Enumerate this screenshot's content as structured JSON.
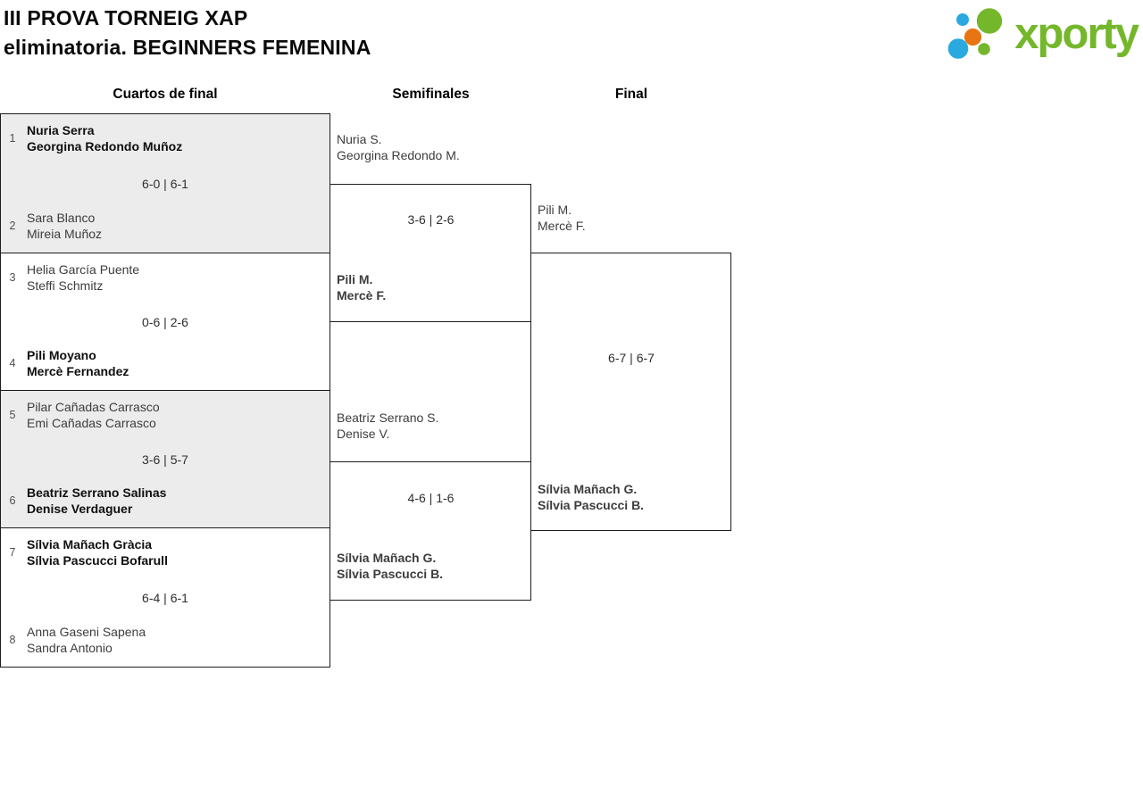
{
  "header": {
    "title_line1": "III PROVA TORNEIG XAP",
    "title_line2": "eliminatoria. BEGINNERS FEMENINA",
    "logo": {
      "text": "xporty",
      "green": "#74b72b",
      "blue": "#2aa9e0",
      "orange": "#e87511"
    }
  },
  "rounds": {
    "quarterfinals_label": "Cuartos de final",
    "semifinals_label": "Semifinales",
    "final_label": "Final"
  },
  "bracket": {
    "quarterfinals": [
      {
        "seed_a": "1",
        "team_a": [
          "Nuria Serra",
          "Georgina Redondo Muñoz"
        ],
        "score": "6-0 | 6-1",
        "seed_b": "2",
        "team_b": [
          "Sara Blanco",
          "Mireia Muñoz"
        ],
        "winner": "a"
      },
      {
        "seed_a": "3",
        "team_a": [
          "Helia García Puente",
          "Steffi Schmitz"
        ],
        "score": "0-6 | 2-6",
        "seed_b": "4",
        "team_b": [
          "Pili Moyano",
          "Mercè Fernandez"
        ],
        "winner": "b"
      },
      {
        "seed_a": "5",
        "team_a": [
          "Pilar Cañadas Carrasco",
          "Emi Cañadas Carrasco"
        ],
        "score": "3-6 | 5-7",
        "seed_b": "6",
        "team_b": [
          "Beatriz Serrano Salinas",
          "Denise Verdaguer"
        ],
        "winner": "b"
      },
      {
        "seed_a": "7",
        "team_a": [
          "Sílvia Mañach Gràcia",
          "Sílvia Pascucci Bofarull"
        ],
        "score": "6-4 | 6-1",
        "seed_b": "8",
        "team_b": [
          "Anna Gaseni Sapena",
          "Sandra Antonio"
        ],
        "winner": "a"
      }
    ],
    "semifinals": [
      {
        "team_a": [
          "Nuria S.",
          "Georgina Redondo M."
        ],
        "score": "3-6 | 2-6",
        "team_b": [
          "Pili M.",
          "Mercè F."
        ],
        "winner": "b"
      },
      {
        "team_a": [
          "Beatriz Serrano S.",
          "Denise V."
        ],
        "score": "4-6 | 1-6",
        "team_b": [
          "Sílvia Mañach G.",
          "Sílvia Pascucci B."
        ],
        "winner": "b"
      }
    ],
    "final": {
      "team_a": [
        "Pili M.",
        "Mercè F."
      ],
      "score": "6-7 | 6-7",
      "team_b": [
        "Sílvia Mañach G.",
        "Sílvia Pascucci B."
      ],
      "winner": "b"
    }
  },
  "colors": {
    "box_border": "#1c1c1c",
    "box_fill_alt": "#ececec",
    "winner_text": "#0f0f0f",
    "regular_text": "#3d3d3d"
  }
}
